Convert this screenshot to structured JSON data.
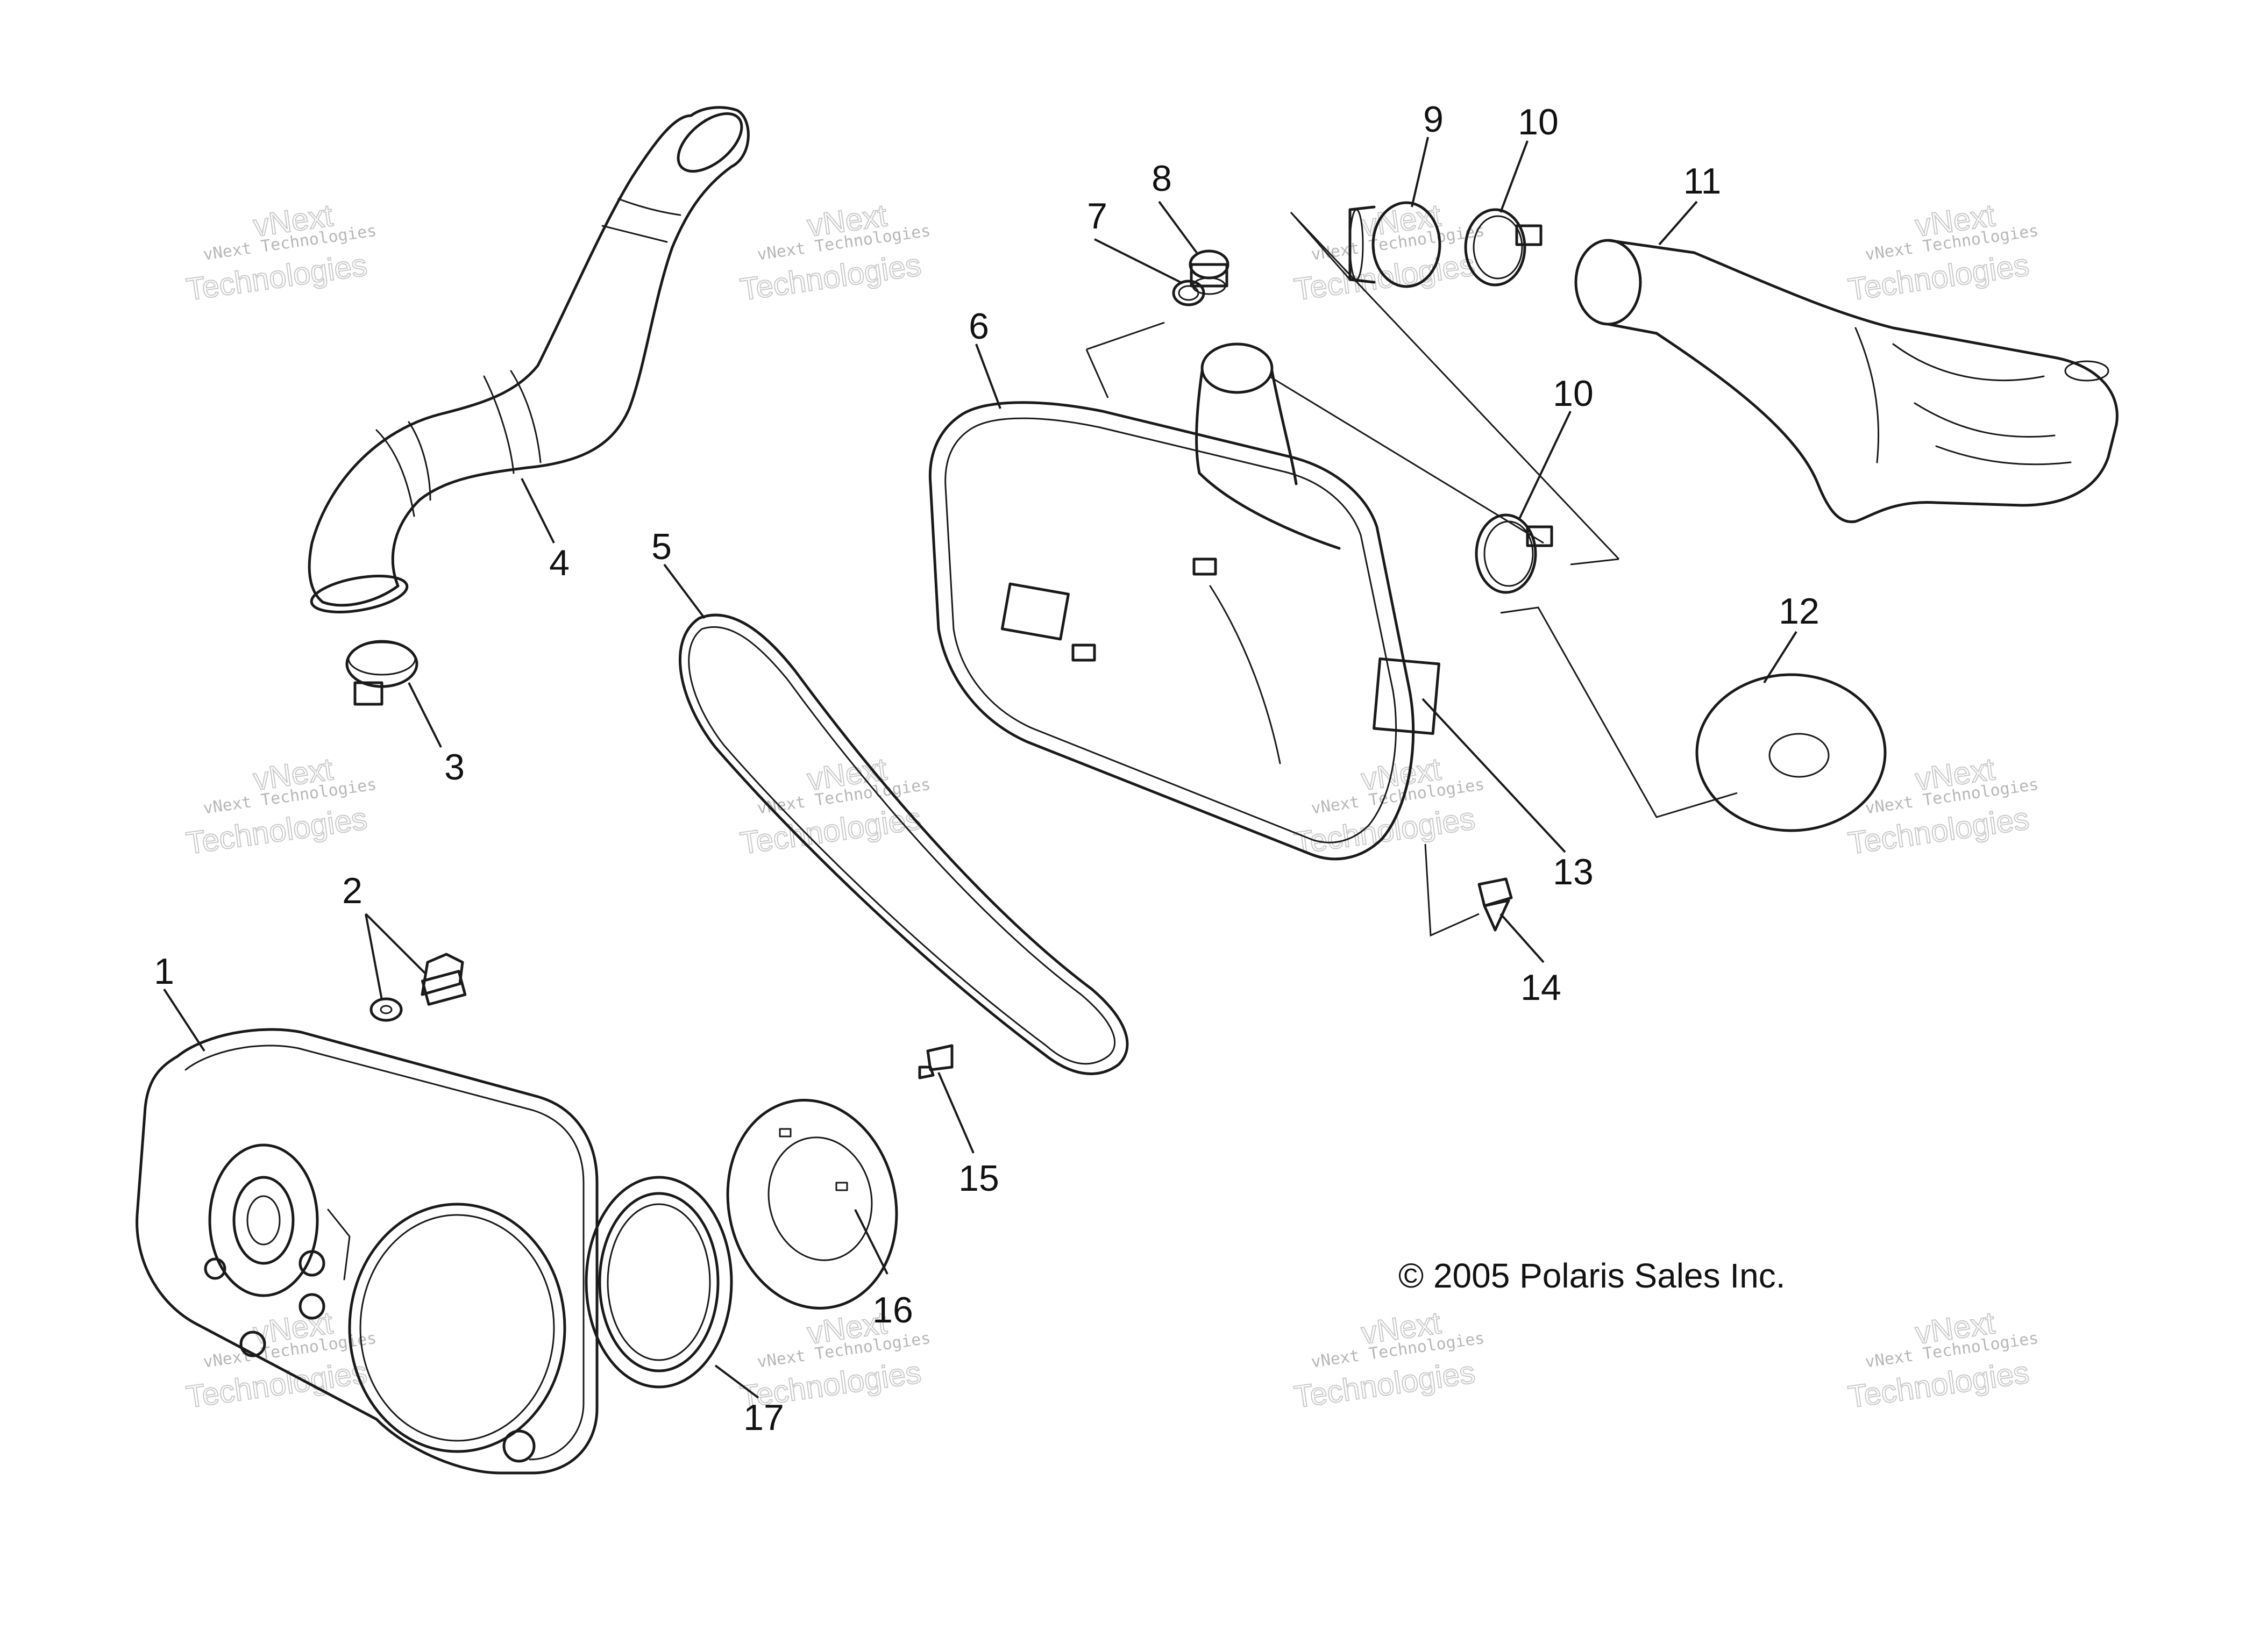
{
  "watermark": {
    "line1": "vNext",
    "line2": "vNext Technologies",
    "line3": "Technologies"
  },
  "copyright": "© 2005 Polaris Sales Inc.",
  "callouts": [
    "1",
    "2",
    "3",
    "4",
    "5",
    "6",
    "7",
    "8",
    "9",
    "10",
    "10",
    "11",
    "12",
    "13",
    "14",
    "15",
    "16",
    "17"
  ]
}
